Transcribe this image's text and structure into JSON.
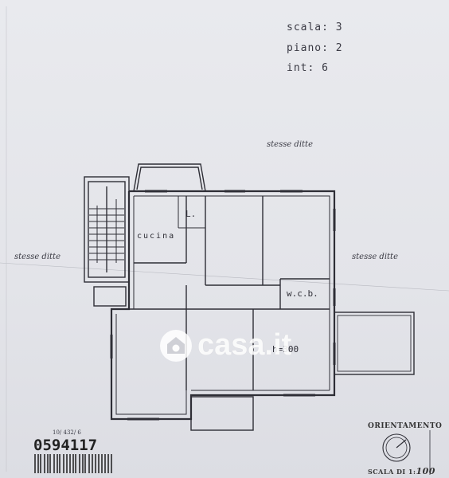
{
  "header": {
    "scala": "scala: 3",
    "piano": "piano: 2",
    "int": "int: 6"
  },
  "neighbors": {
    "top": "stesse ditte",
    "left": "stesse ditte",
    "right": "stesse ditte"
  },
  "rooms": {
    "cucina": "cucina",
    "wc_small": "L.",
    "wcb": "w.c.b.",
    "height": "h=300"
  },
  "stamp_code": "10/ 432/ 6",
  "barcode_number": "0594117",
  "orientation": {
    "label": "ORIENTAMENTO",
    "scale_prefix": "SCALA DI 1:",
    "scale_value": "100"
  },
  "watermark": {
    "brand": "casa.it"
  },
  "colors": {
    "ink": "#2e2e36",
    "paper": "#e6e7eb",
    "watermark": "#ffffff"
  }
}
